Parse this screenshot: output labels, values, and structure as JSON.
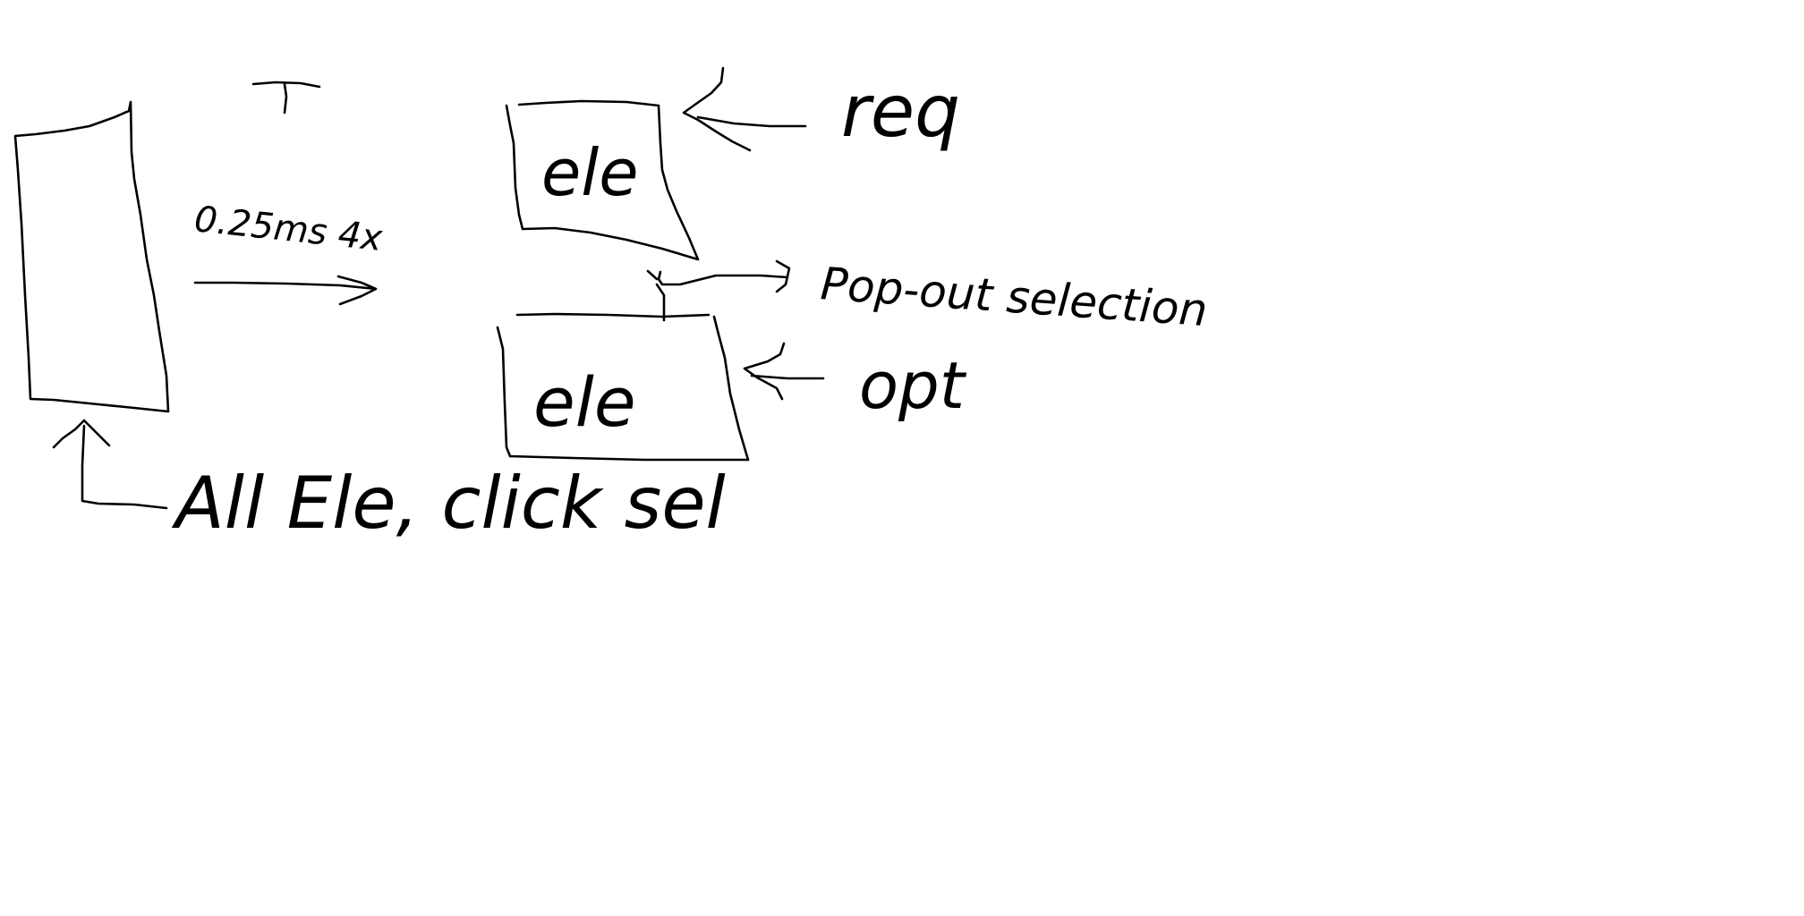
{
  "canvas": {
    "background": "#ffffff",
    "ink": "#000000"
  },
  "labels": {
    "top_mark": "T",
    "transition": "0.25ms 4x",
    "upper_box": "ele",
    "lower_box": "ele",
    "required": "req",
    "popup": "Pop-out selection",
    "optional": "opt",
    "bottom_note": "All Ele, click sel"
  }
}
